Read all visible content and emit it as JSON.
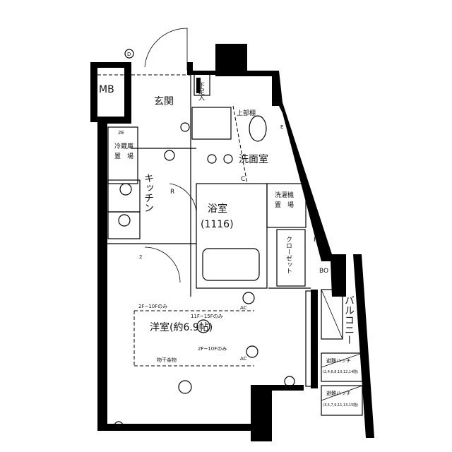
{
  "plan": {
    "door_marker": "D",
    "meter_marker": "M",
    "rooms": {
      "mb": "MB",
      "entrance": "玄関",
      "shoe_box": "下足入",
      "upper_shelf": "上部棚",
      "fridge_space": [
        "冷蔵庫",
        "置　場"
      ],
      "kitchen": "キッチン",
      "washroom": "洗面室",
      "closet_c": "C",
      "r_mark": "R",
      "washer_space": [
        "洗濯機",
        "置　場"
      ],
      "bathroom": "浴室",
      "bathroom_size": "(1116)",
      "closet": "クローゼット",
      "ps": "PS",
      "bo": "BO",
      "balcony": "バルコニー",
      "western_room": "洋室(約6.9帖)",
      "drying_hardware": "物干金物"
    },
    "notes": {
      "floors_2_10_top": "2F~10Fのみ",
      "floors_11_15": "11F~15Fのみ",
      "floors_2_10_bottom": "2F~10Fのみ",
      "ac_top": "AC",
      "ac_bottom": "AC",
      "outlet_2e": "2E",
      "outlet_2": "2",
      "outlet_e": "E"
    },
    "hatches": [
      {
        "label": "避難ハッチ",
        "floors": "(2,4,6,8,10,12,14階)"
      },
      {
        "label": "避難ハッチ",
        "floors": "(3,5,7,9,11,13,15階)"
      }
    ]
  }
}
